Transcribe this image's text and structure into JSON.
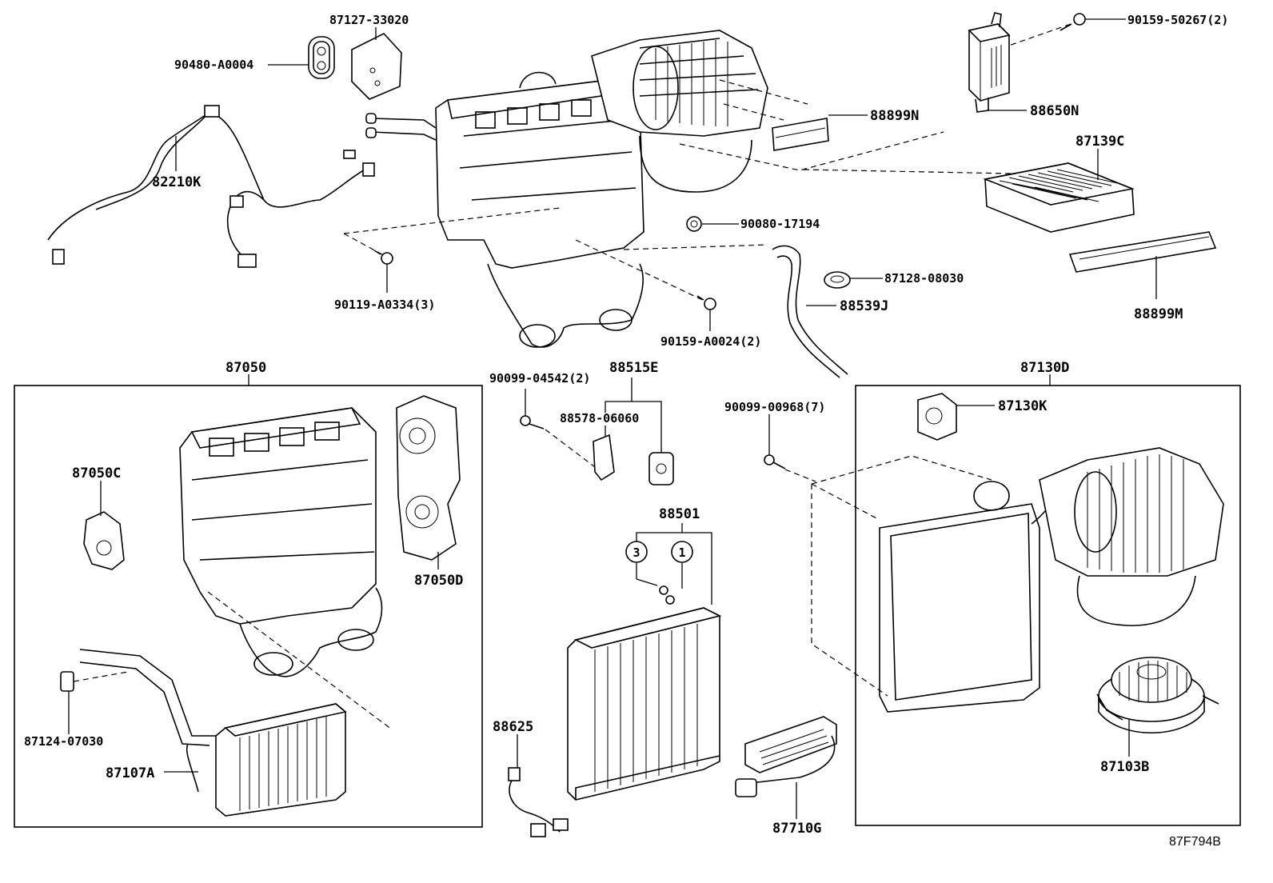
{
  "diagram_id": "87F794B",
  "parts": {
    "p1": "90480-A0004",
    "p2": "87127-33020",
    "p3": "82210K",
    "p4": "88899N",
    "p5": "90159-50267(2)",
    "p6": "88650N",
    "p7": "87139C",
    "p8": "90080-17194",
    "p9": "87128-08030",
    "p10": "88539J",
    "p11": "88899M",
    "p12": "90119-A0334(3)",
    "p13": "90159-A0024(2)",
    "p14": "87050",
    "p15": "87050C",
    "p16": "87050D",
    "p17": "87124-07030",
    "p18": "87107A",
    "p19": "90099-04542(2)",
    "p20": "88515E",
    "p21": "88578-06060",
    "p22": "88501",
    "p23": "3",
    "p24": "1",
    "p25": "88625",
    "p26": "90099-00968(7)",
    "p27": "87710G",
    "p28": "87130D",
    "p29": "87130K",
    "p30": "87103B"
  }
}
